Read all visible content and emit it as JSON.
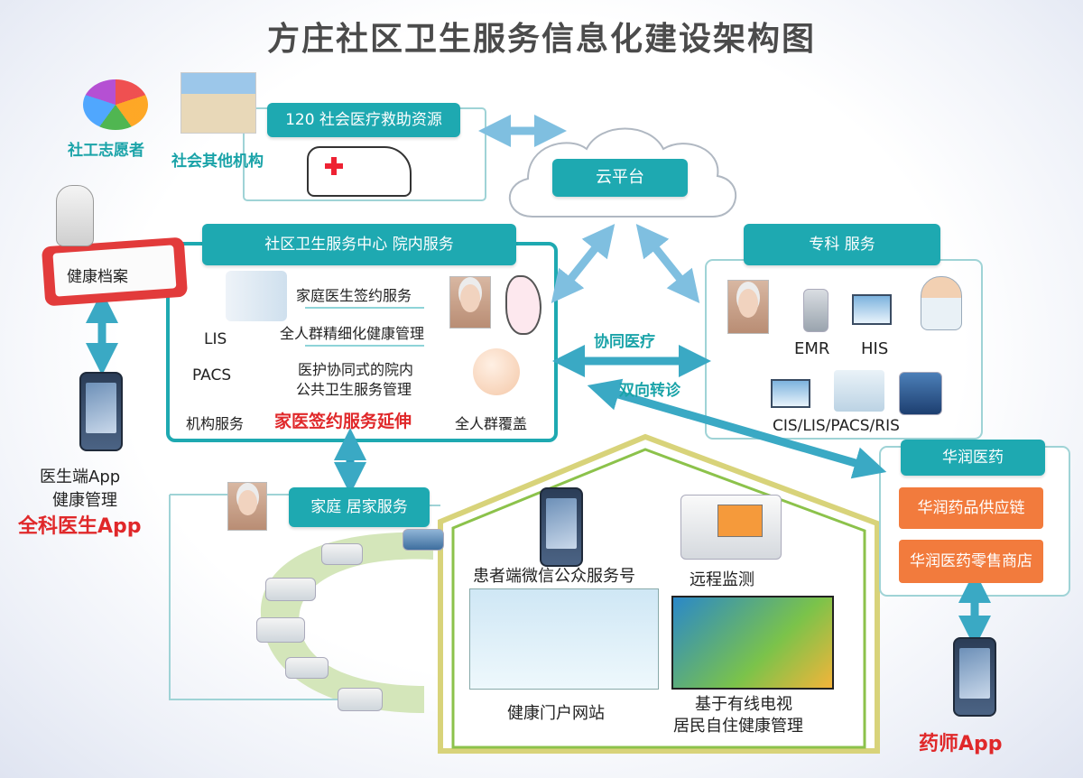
{
  "title": "方庄社区卫生服务信息化建设架构图",
  "top": {
    "volunteer_label": "社工志愿者",
    "other_org_label": "社会其他机构",
    "emergency_label": "120 社会医疗救助资源",
    "cloud_label": "云平台"
  },
  "left": {
    "health_record_label": "健康档案",
    "doctor_app_line1": "医生端App",
    "doctor_app_line2": "健康管理",
    "gp_app_label": "全科医生App"
  },
  "center": {
    "header": "社区卫生服务中心  院内服务",
    "family_doctor_sign": "家庭医生签约服务",
    "fine_health_mgmt": "全人群精细化健康管理",
    "lis": "LIS",
    "pacs": "PACS",
    "collab_line1": "医护协同式的院内",
    "collab_line2": "公共卫生服务管理",
    "institution_service": "机构服务",
    "extension": "家医签约服务延伸",
    "full_coverage": "全人群覆盖"
  },
  "middle": {
    "collab_medical": "协同医疗",
    "two_way_referral": "双向转诊"
  },
  "specialty": {
    "header": "专科  服务",
    "emr": "EMR",
    "his": "HIS",
    "cis": "CIS/LIS/PACS/RIS"
  },
  "pharmacy": {
    "header": "华润医药",
    "supply_chain": "华润药品供应链",
    "retail": "华润医药零售商店",
    "pharmacist_app": "药师App"
  },
  "home": {
    "header": "家庭  居家服务",
    "wechat_label": "患者端微信公众服务号",
    "remote_monitor": "远程监测",
    "portal_label": "健康门户网站",
    "tv_line1": "基于有线电视",
    "tv_line2": "居民自住健康管理"
  },
  "colors": {
    "teal": "#1ea9b1",
    "orange": "#f27b3d",
    "red_text": "#e0282a",
    "arrow": "#3aa9c4"
  }
}
